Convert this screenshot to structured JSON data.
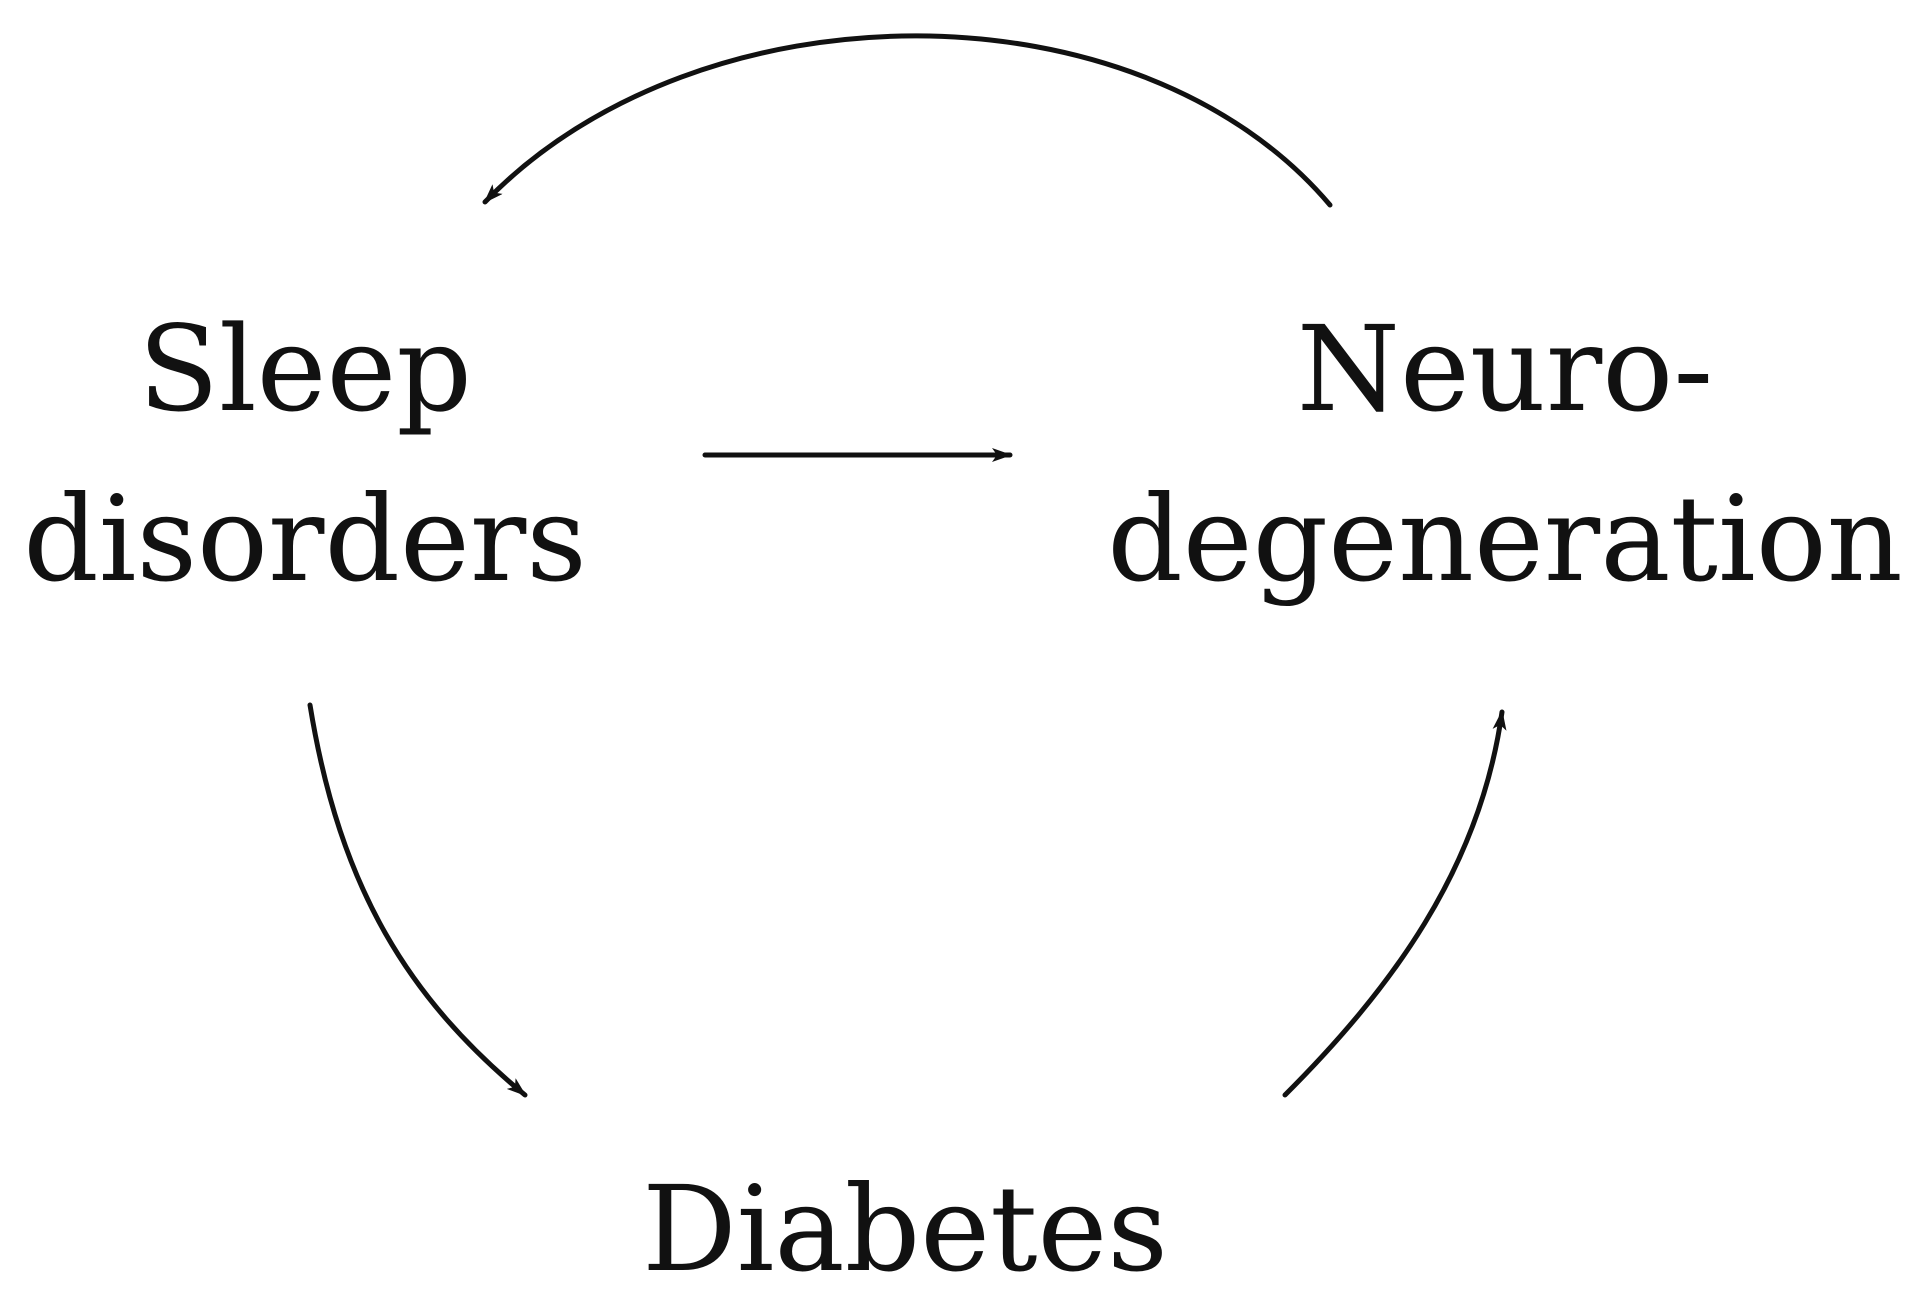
{
  "nodes": {
    "sleep": {
      "lines": [
        "Sleep",
        "disorders"
      ]
    },
    "neuro": {
      "lines": [
        "Neuro-",
        "degeneration"
      ]
    },
    "diabetes": {
      "lines": [
        "Diabetes"
      ]
    }
  },
  "edges": [
    {
      "from": "neuro",
      "to": "sleep",
      "style": "curved"
    },
    {
      "from": "sleep",
      "to": "neuro",
      "style": "straight"
    },
    {
      "from": "sleep",
      "to": "diabetes",
      "style": "curved"
    },
    {
      "from": "diabetes",
      "to": "neuro",
      "style": "curved"
    }
  ],
  "colors": {
    "ink": "#111111",
    "background": "#ffffff"
  }
}
